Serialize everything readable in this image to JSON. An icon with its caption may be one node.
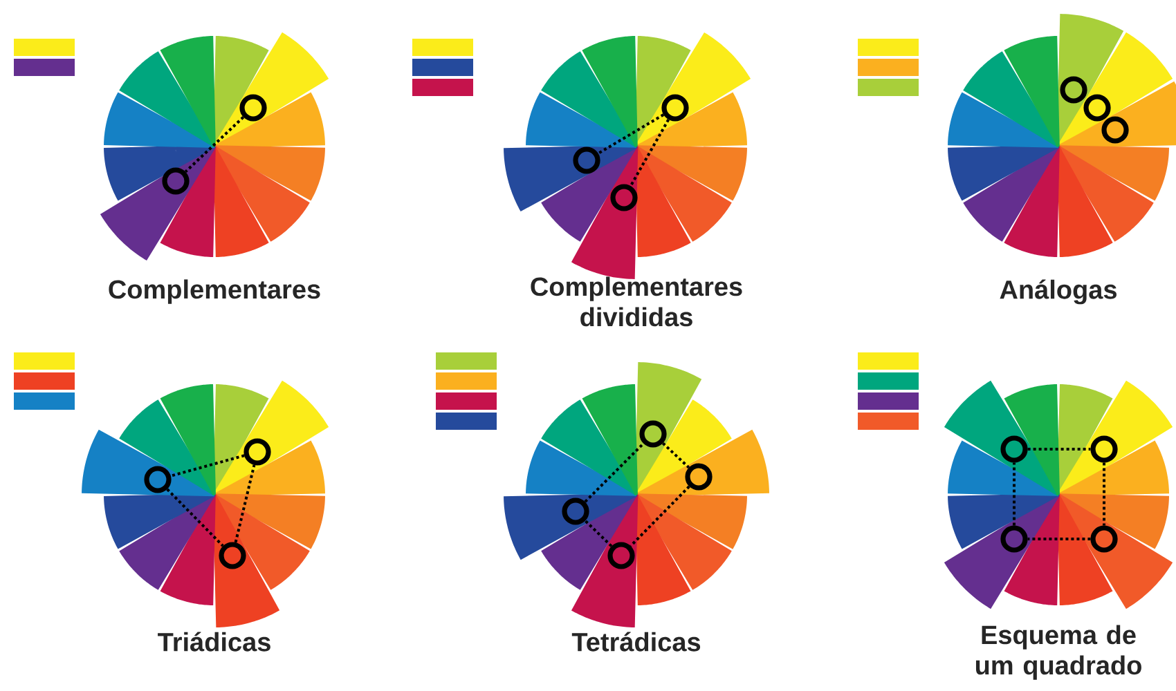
{
  "diagram": {
    "nodes": [
      {
        "text": [],
        "shape": "circle"
      },
      {
        "text": [],
        "shape": "circle"
      },
      {
        "text": [],
        "shape": "circle"
      },
      {
        "text": [],
        "shape": "circle"
      },
      {
        "text": [],
        "shape": "circle"
      },
      {
        "text": [],
        "shape": "circle"
      },
      {
        "text": [],
        "shape": "circle"
      },
      {
        "text": [],
        "shape": "circle"
      },
      {
        "text": [],
        "shape": "circle"
      },
      {
        "text": [],
        "shape": "circle"
      },
      {
        "text": [],
        "shape": "circle"
      },
      {
        "text": [],
        "shape": "circle"
      },
      {
        "text": [],
        "shape": "circle"
      },
      {
        "text": [],
        "shape": "circle"
      },
      {
        "text": [],
        "shape": "circle"
      },
      {
        "text": [],
        "shape": "circle"
      },
      {
        "text": [],
        "shape": "circle"
      },
      {
        "text": [],
        "shape": "circle"
      },
      {
        "text": [],
        "shape": "circle"
      }
    ],
    "edges": [
      {
        "from": 0,
        "to": 1,
        "arrow": "none",
        "style": "dashed"
      },
      {
        "from": 2,
        "to": 3,
        "arrow": "none",
        "style": "dashed"
      },
      {
        "from": 2,
        "to": 4,
        "arrow": "none",
        "style": "dashed"
      },
      {
        "from": 8,
        "to": 9,
        "arrow": "none",
        "style": "dashed"
      },
      {
        "from": 9,
        "to": 10,
        "arrow": "none",
        "style": "dashed"
      },
      {
        "from": 10,
        "to": 8,
        "arrow": "none",
        "style": "dashed"
      },
      {
        "from": 11,
        "to": 12,
        "arrow": "none",
        "style": "dashed"
      },
      {
        "from": 12,
        "to": 14,
        "arrow": "none",
        "style": "dashed"
      },
      {
        "from": 14,
        "to": 13,
        "arrow": "none",
        "style": "dashed"
      },
      {
        "from": 13,
        "to": 11,
        "arrow": "none",
        "style": "dashed"
      },
      {
        "from": 15,
        "to": 16,
        "arrow": "none",
        "style": "dashed"
      },
      {
        "from": 16,
        "to": 18,
        "arrow": "none",
        "style": "dashed"
      },
      {
        "from": 18,
        "to": 17,
        "arrow": "none",
        "style": "dashed"
      },
      {
        "from": 17,
        "to": 15,
        "arrow": "none",
        "style": "dashed"
      }
    ],
    "labels": [
      "Complementares",
      "Complementares divididas",
      "Análogas",
      "Triádicas",
      "Tetrádicas",
      "Esquema de um quadrado"
    ]
  }
}
